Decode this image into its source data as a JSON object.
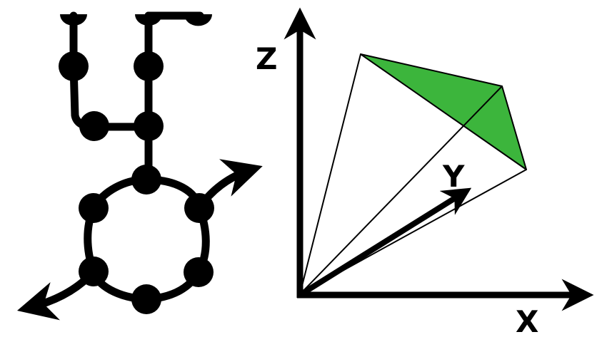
{
  "axes": {
    "x_label": "X",
    "y_label": "Y",
    "z_label": "Z"
  },
  "colors": {
    "stroke": "#000000",
    "face_fill": "#3cb53c",
    "background": "#ffffff"
  },
  "molecule": {
    "ring_atoms": 6,
    "branch_atoms": 4,
    "terminal_caps": 3,
    "attachment_arrows": 2
  }
}
